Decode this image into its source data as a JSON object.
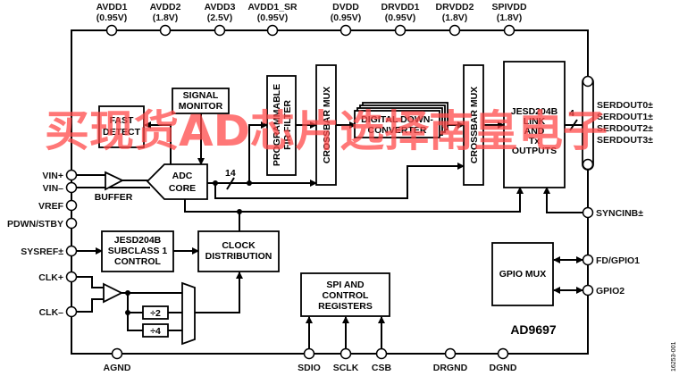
{
  "chip_name": "AD9697",
  "figure_id": "16253-001",
  "watermark": "买现货AD芯片选择南皇电子",
  "top_pins": [
    {
      "name": "AVDD1",
      "voltage": "(0.95V)"
    },
    {
      "name": "AVDD2",
      "voltage": "(1.8V)"
    },
    {
      "name": "AVDD3",
      "voltage": "(2.5V)"
    },
    {
      "name": "AVDD1_SR",
      "voltage": "(0.95V)"
    },
    {
      "name": "DVDD",
      "voltage": "(0.95V)"
    },
    {
      "name": "DRVDD1",
      "voltage": "(0.95V)"
    },
    {
      "name": "DRVDD2",
      "voltage": "(1.8V)"
    },
    {
      "name": "SPIVDD",
      "voltage": "(1.8V)"
    }
  ],
  "left_pins": [
    "VIN+",
    "VIN–",
    "VREF",
    "PDWN/STBY",
    "SYSREF±",
    "CLK+",
    "CLK–"
  ],
  "right_pins": {
    "serdout": [
      "SERDOUT0±",
      "SERDOUT1±",
      "SERDOUT2±",
      "SERDOUT3±"
    ],
    "syncinb": "SYNCINB±",
    "gpio1": "FD/GPIO1",
    "gpio2": "GPIO2"
  },
  "bottom_pins": [
    "AGND",
    "SDIO",
    "SCLK",
    "CSB",
    "DRGND",
    "DGND"
  ],
  "blocks": {
    "fast_detect": [
      "FAST",
      "DETECT"
    ],
    "signal_monitor": [
      "SIGNAL",
      "MONITOR"
    ],
    "adc_core": [
      "ADC",
      "CORE"
    ],
    "buffer": "BUFFER",
    "fir_filter": [
      "PROGRAMMABLE",
      "FIR FILTER"
    ],
    "crossbar_mux": "CROSSBAR MUX",
    "ddc": [
      "DIGITAL DOWN-",
      "CONVERTER"
    ],
    "jesd_link": [
      "JESD204B",
      "LINK",
      "AND",
      "Tx",
      "OUTPUTS"
    ],
    "subclass": [
      "JESD204B",
      "SUBCLASS 1",
      "CONTROL"
    ],
    "clock_dist": [
      "CLOCK",
      "DISTRIBUTION"
    ],
    "spi": [
      "SPI AND",
      "CONTROL",
      "REGISTERS"
    ],
    "gpio_mux": "GPIO MUX",
    "div2": "÷2",
    "div4": "÷4"
  },
  "bus_widths": {
    "adc_out": "14",
    "serdes": "4"
  }
}
